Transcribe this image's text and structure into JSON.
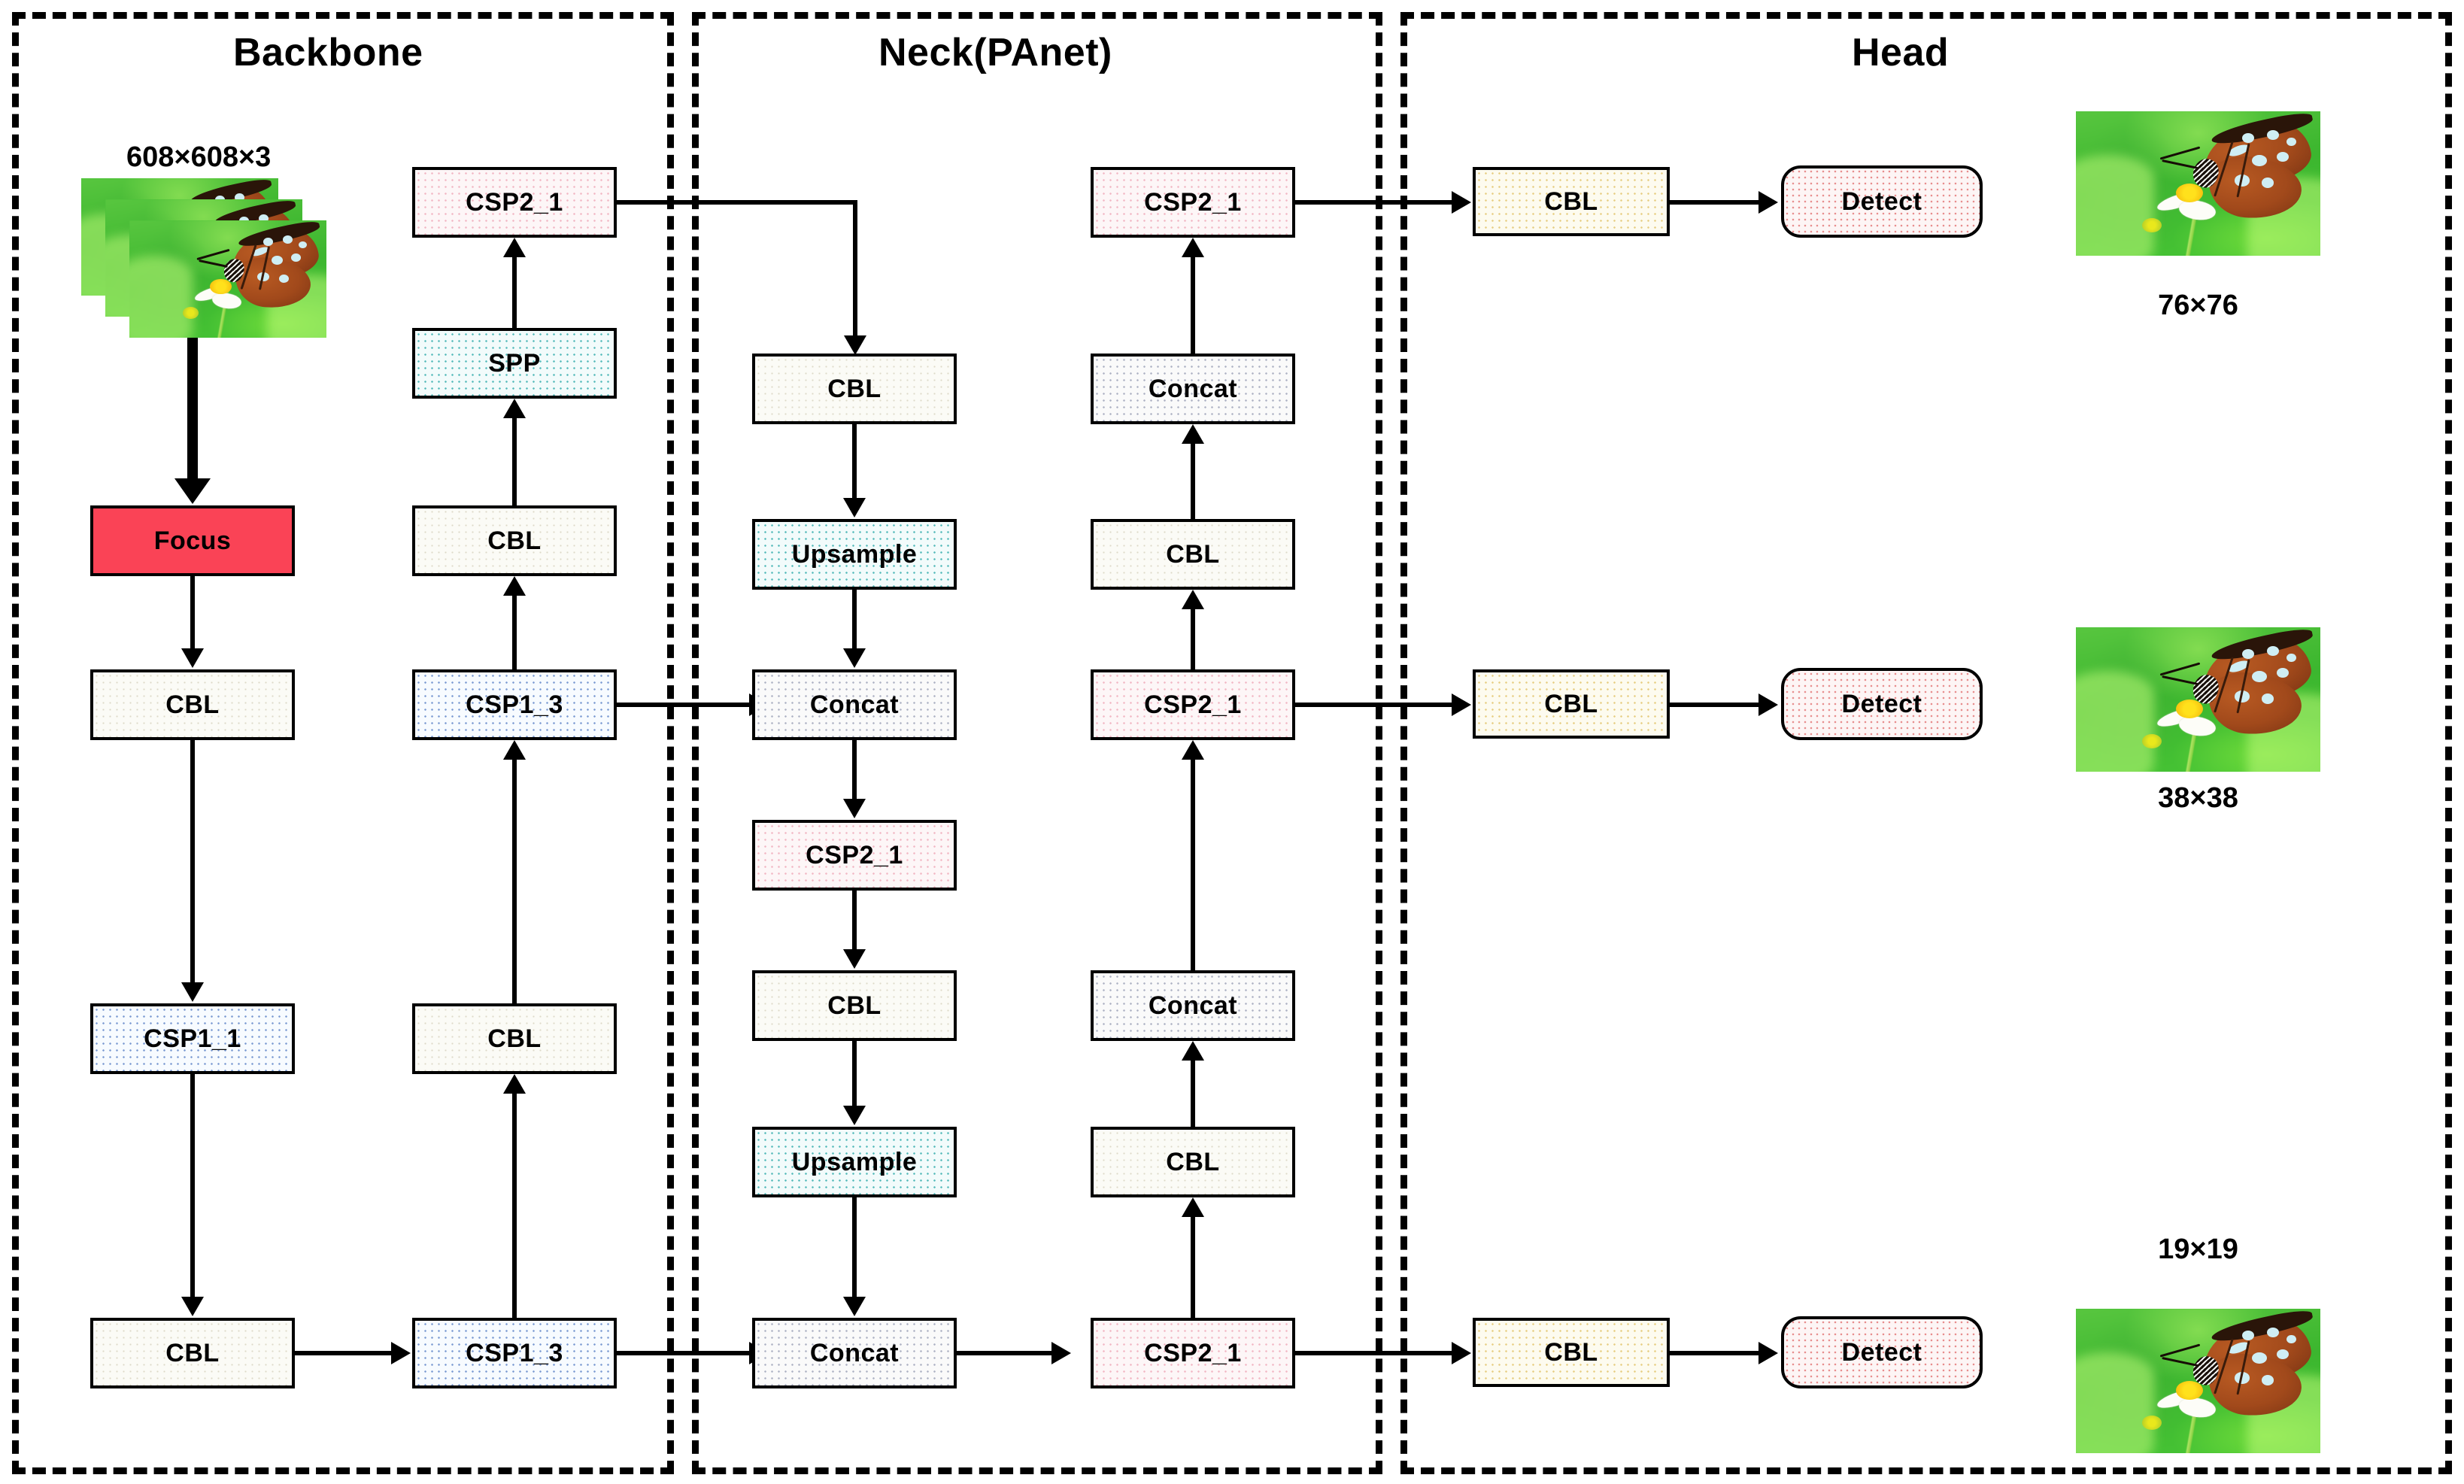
{
  "sections": [
    {
      "id": "backbone",
      "title": "Backbone"
    },
    {
      "id": "neck",
      "title": "Neck(PAnet)"
    },
    {
      "id": "head",
      "title": "Head"
    }
  ],
  "input": {
    "label": "608×608×3",
    "icon": "stacked-input-images"
  },
  "backbone": {
    "col1": [
      {
        "label": "Focus",
        "style": "red"
      },
      {
        "label": "CBL",
        "style": "plain"
      },
      {
        "label": "CSP1_1",
        "style": "blue"
      },
      {
        "label": "CBL",
        "style": "plain"
      }
    ],
    "col2": [
      {
        "label": "CSP2_1",
        "style": "pink"
      },
      {
        "label": "SPP",
        "style": "teal"
      },
      {
        "label": "CBL",
        "style": "plain"
      },
      {
        "label": "CSP1_3",
        "style": "blue"
      },
      {
        "label": "CBL",
        "style": "plain"
      },
      {
        "label": "CSP1_3",
        "style": "blue"
      }
    ]
  },
  "neck": {
    "col1": [
      {
        "label": "CBL",
        "style": "plain"
      },
      {
        "label": "Upsample",
        "style": "teal"
      },
      {
        "label": "Concat",
        "style": "gray"
      },
      {
        "label": "CSP2_1",
        "style": "pink"
      },
      {
        "label": "CBL",
        "style": "plain"
      },
      {
        "label": "Upsample",
        "style": "teal"
      },
      {
        "label": "Concat",
        "style": "gray"
      }
    ],
    "col2": [
      {
        "label": "CSP2_1",
        "style": "pink"
      },
      {
        "label": "Concat",
        "style": "gray"
      },
      {
        "label": "CBL",
        "style": "plain"
      },
      {
        "label": "CSP2_1",
        "style": "pink"
      },
      {
        "label": "Concat",
        "style": "gray"
      },
      {
        "label": "CBL",
        "style": "plain"
      },
      {
        "label": "CSP2_1",
        "style": "pink"
      }
    ]
  },
  "head": {
    "branches": [
      {
        "cbl": "CBL",
        "detect": "Detect",
        "output_size": "76×76"
      },
      {
        "cbl": "CBL",
        "detect": "Detect",
        "output_size": "38×38"
      },
      {
        "cbl": "CBL",
        "detect": "Detect",
        "output_size": "19×19"
      }
    ]
  },
  "colors": {
    "focus_red": "#fa4356",
    "outline_black": "#000000",
    "canvas_white": "#ffffff",
    "spp_teal": "#f2fbfb",
    "csp2_pink": "#fdf6f7",
    "csp1_blue": "#f7fbff",
    "detect_red_dots": "#d22828"
  }
}
